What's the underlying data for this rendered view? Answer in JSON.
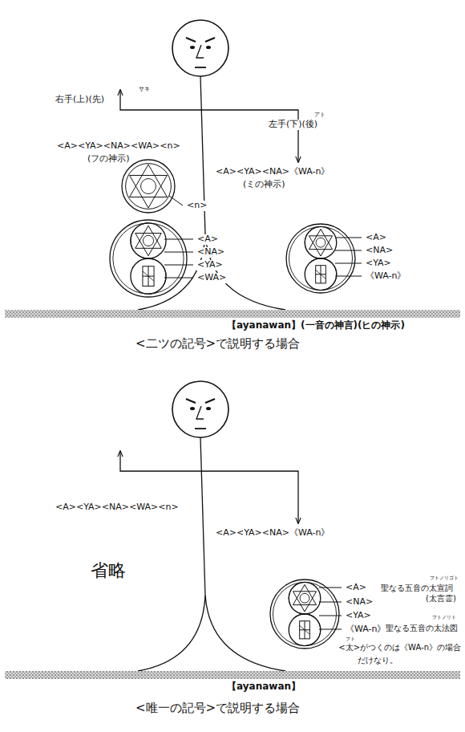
{
  "diagram": {
    "labels": [
      "サキ",
      "右手(上)(先)",
      "アト",
      "左手(下)(後)",
      "<A><YA><NA><WA><n>",
      "(フの神示)",
      "<A><YA><NA>《WA-n》",
      "(ミの神示)",
      "<n>",
      "<A>",
      "<NA>",
      "<YA>",
      "<WA>",
      "<A>",
      "<NA>",
      "<YA>",
      "《WA-n》",
      "【ayanawan】(一音の神言)(ヒの神示)",
      "<二ツの記号>で説明する場合",
      "<A><YA><NA><WA><n>",
      "<A><YA><NA>《WA-n》",
      "省略",
      "フトノリゴト",
      "<A>",
      "聖なる五音の太宣詞",
      "(太言霊)",
      "<NA>",
      "<YA>",
      "フトノリト",
      "《WA-n》",
      "聖なる五音の太法図",
      "フト",
      "<太>がつくのは《WA-n》の場合",
      "だけなり。",
      "【ayanawan】",
      "<唯一の記号>で説明する場合"
    ]
  }
}
